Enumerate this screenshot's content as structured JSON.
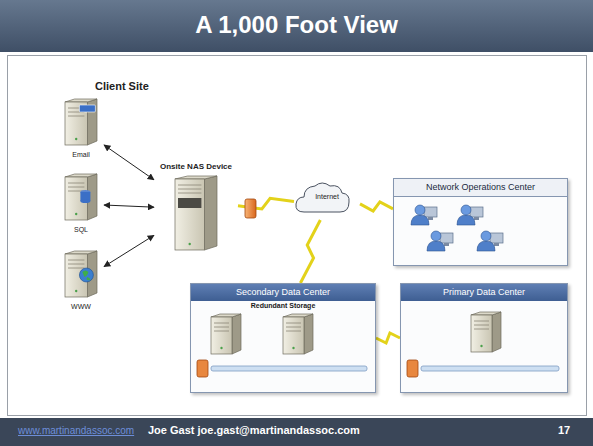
{
  "diagram": {
    "title": "A 1,000 Foot View",
    "nodes": [
      {
        "text": [
          "Email"
        ]
      },
      {
        "text": [
          "SQL"
        ]
      },
      {
        "text": [
          "WWW"
        ]
      },
      {
        "text": [
          "Onsite NAS Device"
        ]
      },
      {
        "text": [
          "Internet"
        ]
      },
      {
        "text": [
          "Network Operations Center"
        ]
      },
      {
        "text": [
          "Secondary Data Center",
          "Redundant Storage"
        ]
      },
      {
        "text": [
          "Primary Data Center"
        ]
      }
    ],
    "edges": [
      {
        "from": 0,
        "to": 3,
        "arrow": "both"
      },
      {
        "from": 1,
        "to": 3,
        "arrow": "both"
      },
      {
        "from": 2,
        "to": 3,
        "arrow": "both"
      },
      {
        "from": 3,
        "to": 4,
        "arrow": "none"
      },
      {
        "from": 4,
        "to": 5,
        "arrow": "none"
      },
      {
        "from": 4,
        "to": 6,
        "arrow": "none"
      },
      {
        "from": 6,
        "to": 7,
        "arrow": "none"
      }
    ],
    "labels": [
      "Client Site",
      "www.martinandassoc.com",
      "Joe Gast joe.gast@martinandassoc.com",
      "17"
    ]
  }
}
